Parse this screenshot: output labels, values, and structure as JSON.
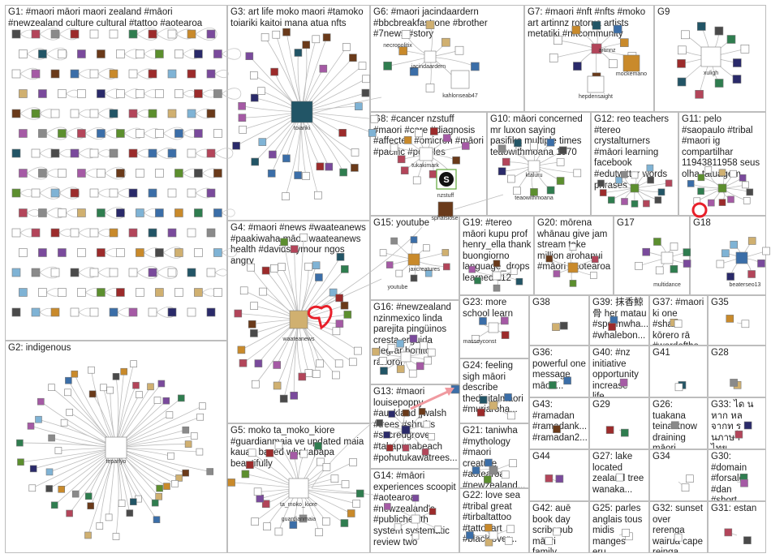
{
  "colors": {
    "edge": "#bdbdbd",
    "highlight": "#e8202a",
    "panel_border": "#bdbdbd",
    "text": "#222222"
  },
  "groups": {
    "g1": {
      "title": "G1: #maori māori maori zealand #māori #newzealand culture cultural #tattoo #aotearoa"
    },
    "g2": {
      "title": "G2: indigenous",
      "hub": "teparlyo"
    },
    "g3": {
      "title": "G3: art life moko maori #tamoko toiariki kaitoi mana atua nfts",
      "hub": "toiariki"
    },
    "g4": {
      "title": "G4: #maori #news #waateanews #paakiwaha māori waateanews health #davidseymour ngos angry",
      "hub": "waateanews"
    },
    "g5": {
      "title": "G5: moko ta_moko_kiore #guardianmaia ve updated maia kauae based whakapapa beautifully",
      "hub": "ta_moko_kiore",
      "sub": "guardianmaia"
    },
    "g6": {
      "title": "G6: #maori jacindaardern #bbcbreakfast one #brother #7news #story",
      "labels": [
        "necropolitix",
        "jacindaardern",
        "kahlonseab47"
      ]
    },
    "g7": {
      "title": "G7: #maori #nft #nfts #moko art artinnz rotorua artists metatiki #nftcommunity",
      "labels": [
        "artinnz",
        "mockemano",
        "hepdensaight"
      ]
    },
    "g8": {
      "title": "G8: #cancer nzstuff #maori #care #diagnosis #affected #omicron #māori #pacific #peoples",
      "labels": [
        "tukakimark",
        "nzstuff",
        "sphalsiose"
      ]
    },
    "g9": {
      "title": "G9",
      "labels": [
        "xuligh"
      ]
    },
    "g10": {
      "title": "G10: māori concerned mr luxon saying pasifika multiple times teaowithmoana 1970",
      "labels": [
        "ktaluru",
        "teaowithmoana"
      ]
    },
    "g11": {
      "title": "G11: pelo #saopaulo #tribal #maori ig compartilhar 11943811958 seus olha tatuagem"
    },
    "g12": {
      "title": "G12: reo teachers #tereo crystalturners #māori learning facebook #edutwitter words phrases"
    },
    "g13": {
      "title": "G13: #maori louisepoppy #auckland jjwalsh #trees #shrubs #sacredgrove #takapunabeach #pohutukawatrees..."
    },
    "g14": {
      "title": "G14: #māori experiences scoopit #aotearoa #newzealand's #publichealth system systematic review two"
    },
    "g15": {
      "title": "G15: youtube",
      "labels": [
        "jaxcreatures",
        "youtube"
      ]
    },
    "g16": {
      "title": "G16: #newzealand nzinmexico linda parejita pingüinos cresta erguida alegrar bonito rāhoroi"
    },
    "g17": {
      "title": "G17",
      "labels": [
        "multidance"
      ]
    },
    "g18": {
      "title": "G18",
      "labels": [
        "beaterseo13"
      ]
    },
    "g19": {
      "title": "G19: #tereo māori kupu prof henry_ella thank buongiorno language_drops learned 112"
    },
    "g20": {
      "title": "G20: mōrena whānau give jam stream take million arohanui #māori #aotearoa"
    },
    "g21": {
      "title": "G21: taniwha #mythology #maori creature #aotearoa #newzealand..."
    },
    "g22": {
      "title": "G22: love sea #tribal great #tirbaltattoo #tattooart #blacklover..."
    },
    "g23": {
      "title": "G23: more school learn",
      "labels": [
        "masseyconst"
      ]
    },
    "g24": {
      "title": "G24: feeling sigh māori describe thedigitalmaori #muriaroha..."
    },
    "g25": {
      "title": "G25: parles anglais tous midis manges eru..."
    },
    "g26": {
      "title": "G26: tuakana teina know draining māori voice..."
    },
    "g27": {
      "title": "G27: lake located zealand tree wanaka..."
    },
    "g28": {
      "title": "G28"
    },
    "g29": {
      "title": "G29"
    },
    "g30": {
      "title": "G30: #domain #forsale #dan #short..."
    },
    "g31": {
      "title": "G31: estan"
    },
    "g32": {
      "title": "G32: sunset over rerenga wairua cape reinga..."
    },
    "g33": {
      "title": "G33: ได น หาก หล จากท ร ยนภาษาไทย..."
    },
    "g34": {
      "title": "G34"
    },
    "g35": {
      "title": "G35"
    },
    "g36": {
      "title": "G36: powerful one message māori..."
    },
    "g37": {
      "title": "G37: #maori ki one #share kōrero rā #wordofthe..."
    },
    "g38": {
      "title": "G38"
    },
    "g39": {
      "title": "G39: 抹香鯨 骨 her matau #spermwha... #whalebon..."
    },
    "g40": {
      "title": "G40: #nz initiative opportunity increase life..."
    },
    "g41": {
      "title": "G41"
    },
    "g42": {
      "title": "G42: auē book day scribepub māori family..."
    },
    "g43": {
      "title": "G43: #ramadan #ramadank... #ramadan2..."
    },
    "g44": {
      "title": "G44"
    }
  }
}
